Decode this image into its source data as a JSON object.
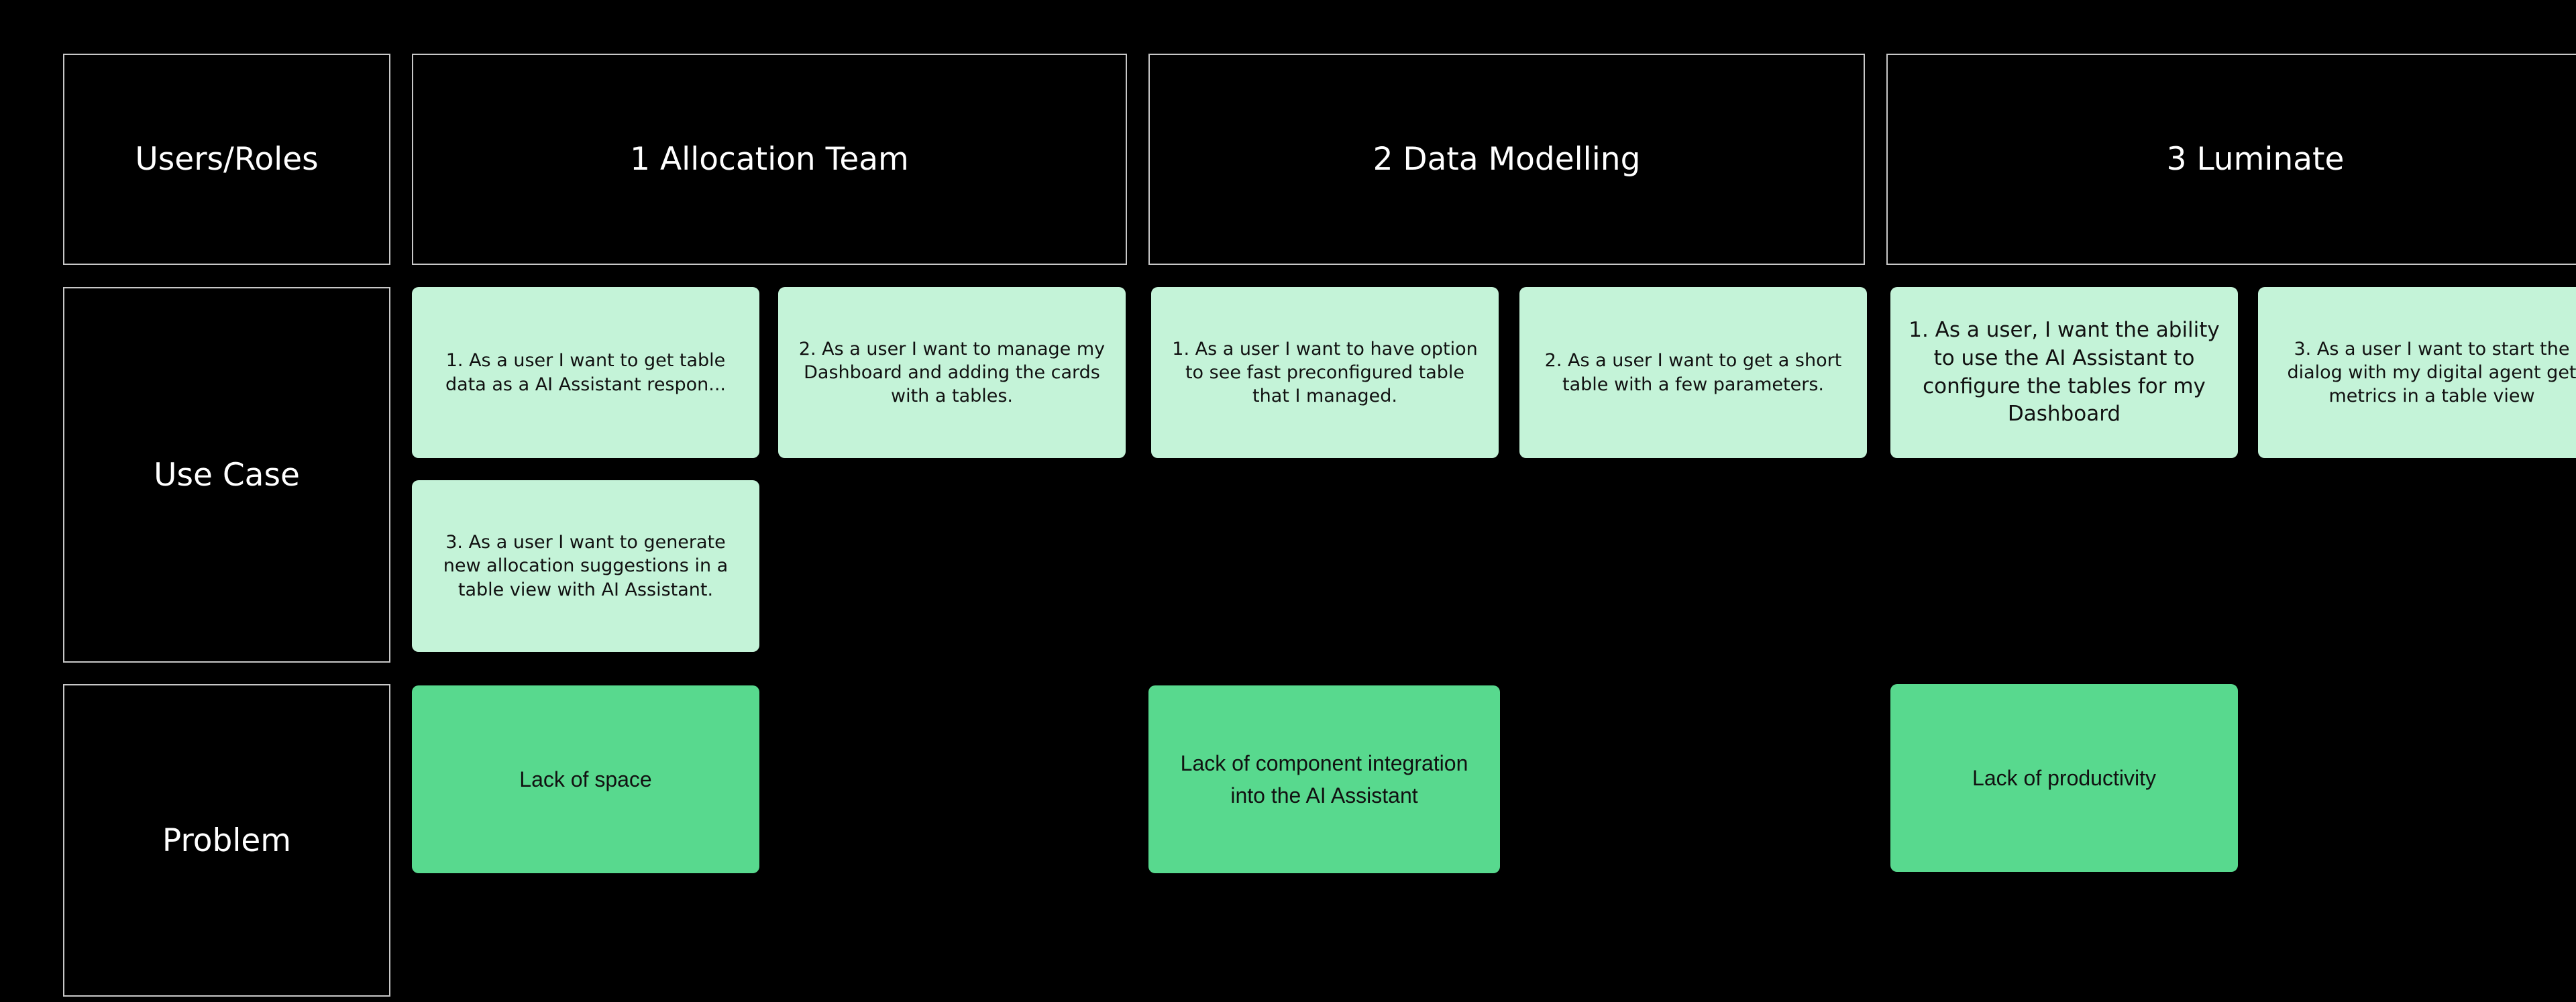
{
  "rows": {
    "users_roles": "Users/Roles",
    "use_case": "Use Case",
    "problem": "Problem"
  },
  "teams": [
    {
      "title": "1 Allocation Team"
    },
    {
      "title": "2 Data Modelling"
    },
    {
      "title": "3 Luminate"
    }
  ],
  "use_cases": {
    "allocation": [
      "1. As a user I want to get table data as a AI Assistant respon...",
      "2. As a user I want to manage my Dashboard and adding the cards with a tables.",
      "3. As a user I want to generate new allocation suggestions in a table view with AI Assistant."
    ],
    "data_modelling": [
      "1. As a user I want to have option to see fast preconfigured table that I managed.",
      "2. As a user I want to get a short table with a few parameters."
    ],
    "luminate": [
      "1. As a user, I want the ability to use the AI Assistant to configure the tables for my Dashboard",
      "3. As a user I want to start the dialog with my digital agent get metrics in a table view"
    ]
  },
  "problems": {
    "allocation": "Lack of space",
    "data_modelling": "Lack of component integration into the AI Assistant",
    "luminate": "Lack of productivity"
  },
  "colors": {
    "background": "#000000",
    "frame_border": "#c8c8c8",
    "use_case_sticky": "#c4f3d8",
    "problem_sticky": "#58d98e"
  }
}
